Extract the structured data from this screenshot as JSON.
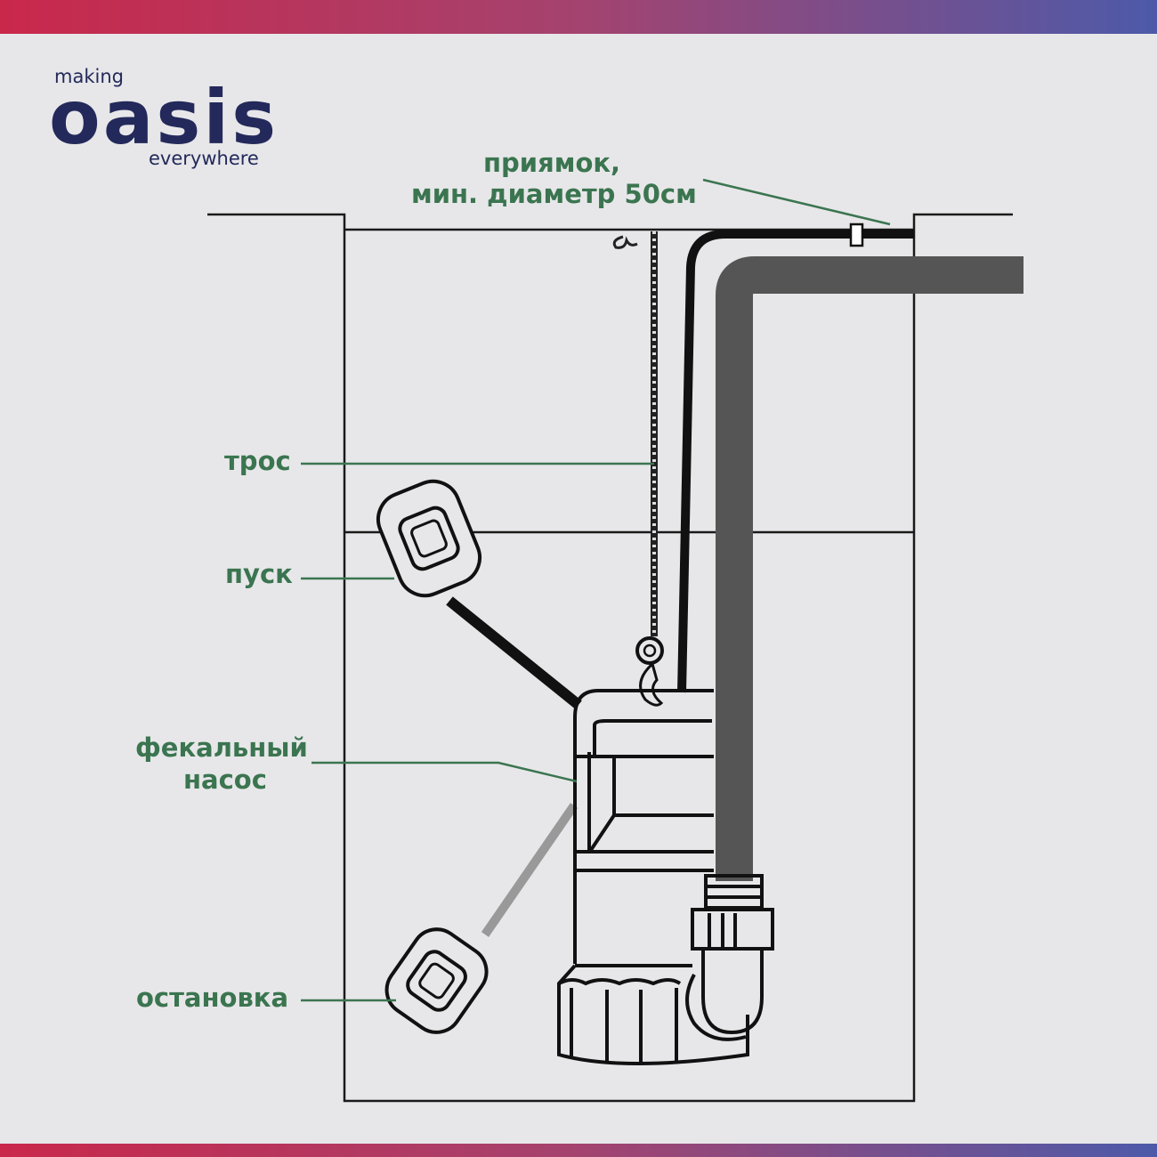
{
  "logo": {
    "top": "making",
    "main": "oasis",
    "bottom": "everywhere"
  },
  "labels": {
    "pit_line1": "приямок,",
    "pit_line2": "мин. диаметр 50см",
    "rope": "трос",
    "start": "пуск",
    "pump_line1": "фекальный",
    "pump_line2": "насос",
    "stop": "остановка"
  },
  "colors": {
    "label": "#3b7550",
    "logo": "#23295a",
    "pipe": "#555555",
    "gradient_start": "#c9284b",
    "gradient_end": "#4d5aa9"
  }
}
